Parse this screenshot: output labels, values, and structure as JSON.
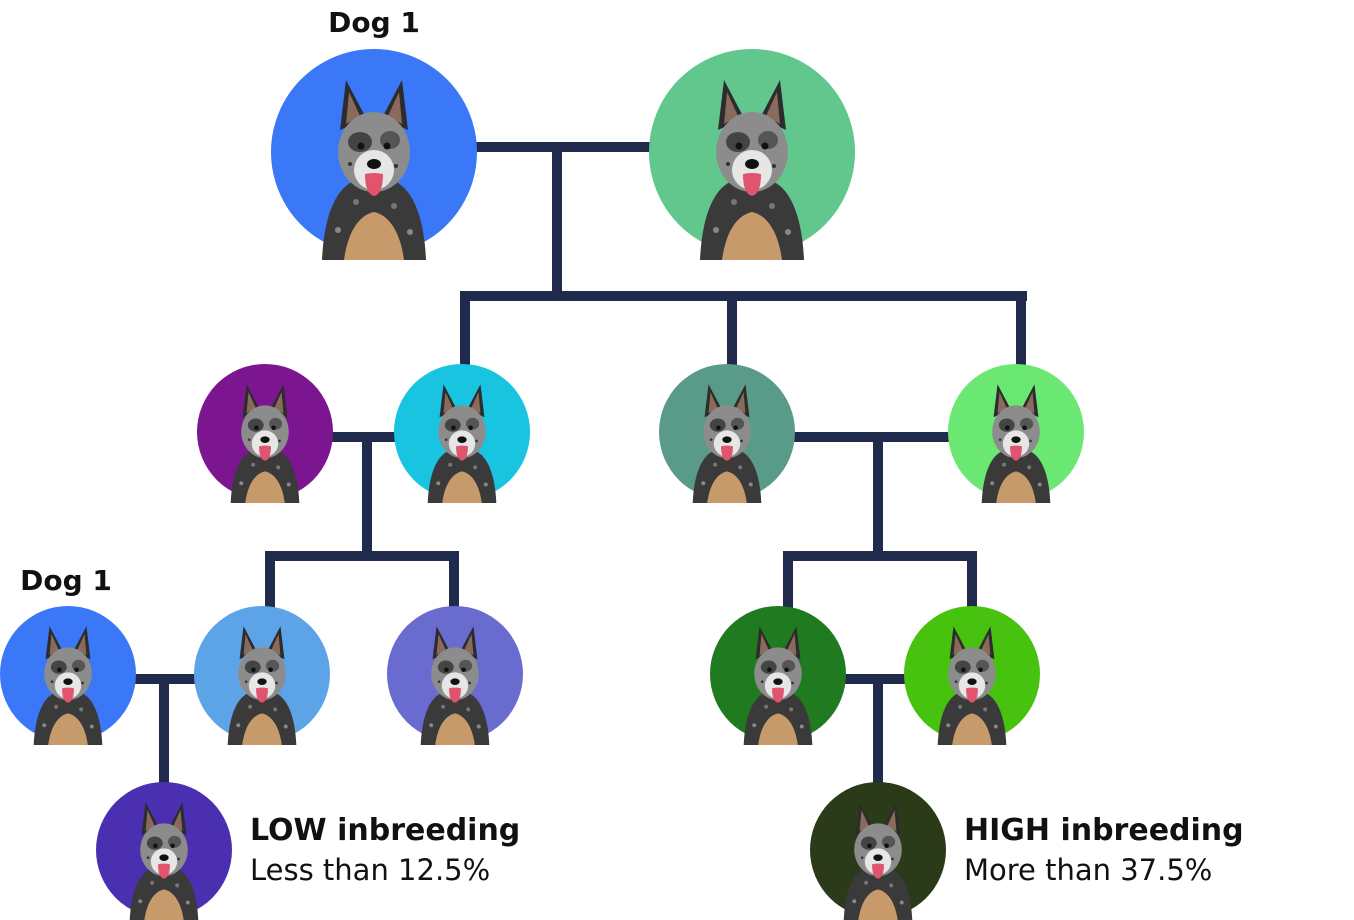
{
  "labels": {
    "dog1_top": "Dog 1",
    "dog1_left": "Dog 1",
    "low_title": "LOW inbreeding",
    "low_desc": "Less than 12.5%",
    "high_title": "HIGH inbreeding",
    "high_desc": "More than 37.5%"
  },
  "colors": {
    "line": "#1f2a4d",
    "dog1": "#3a78f7",
    "dog_top_right": "#61c78d",
    "gen2_purple": "#7b1690",
    "gen2_cyan": "#18c4e0",
    "gen2_teal": "#5a9a88",
    "gen2_lightgreen": "#6be872",
    "gen3_lightblue": "#5da3e8",
    "gen3_violet": "#6a6bcf",
    "gen3_darkgreen": "#1f7a20",
    "gen3_green": "#47c20e",
    "offspring_low": "#4a2fb0",
    "offspring_high": "#2b3a18"
  }
}
